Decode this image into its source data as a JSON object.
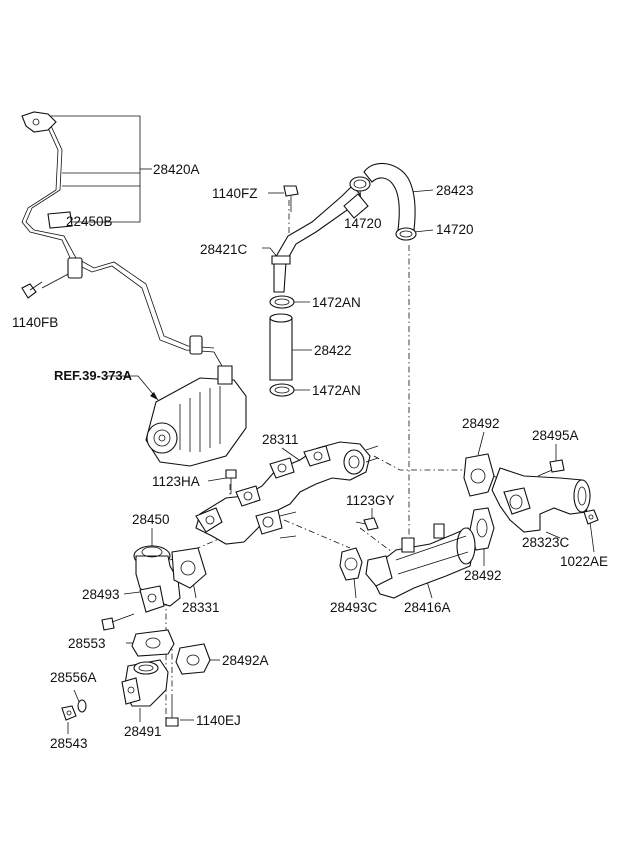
{
  "diagram": {
    "labels": {
      "p28420A": "28420A",
      "p22450B": "22450B",
      "p1140FB": "1140FB",
      "p1140FZ": "1140FZ",
      "p14720a": "14720",
      "p28423": "28423",
      "p14720b": "14720",
      "p28421C": "28421C",
      "p1472AN_a": "1472AN",
      "p28422": "28422",
      "p1472AN_b": "1472AN",
      "ref": "REF.39-373A",
      "p28311": "28311",
      "p28492a": "28492",
      "p28495A": "28495A",
      "p1123HA": "1123HA",
      "p1123GY": "1123GY",
      "p28450": "28450",
      "p28323C": "28323C",
      "p1022AE": "1022AE",
      "p28492b": "28492",
      "p28493": "28493",
      "p28331": "28331",
      "p28493C": "28493C",
      "p28416A": "28416A",
      "p28553": "28553",
      "p28492A": "28492A",
      "p28556A": "28556A",
      "p1140EJ": "1140EJ",
      "p28491": "28491",
      "p28543": "28543"
    }
  }
}
